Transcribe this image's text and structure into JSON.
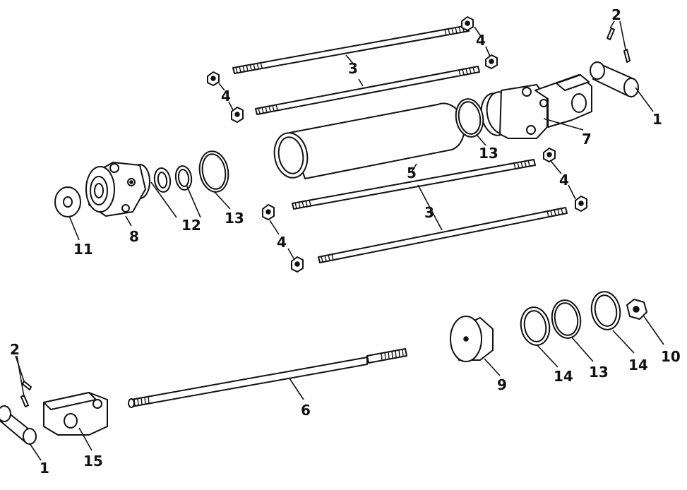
{
  "callouts": [
    {
      "id": "c1a",
      "text": "1"
    },
    {
      "id": "c1b",
      "text": "1"
    },
    {
      "id": "c2a",
      "text": "2"
    },
    {
      "id": "c2b",
      "text": "2"
    },
    {
      "id": "c3a",
      "text": "3"
    },
    {
      "id": "c3b",
      "text": "3"
    },
    {
      "id": "c4a",
      "text": "4"
    },
    {
      "id": "c4b",
      "text": "4"
    },
    {
      "id": "c4c",
      "text": "4"
    },
    {
      "id": "c4d",
      "text": "4"
    },
    {
      "id": "c5",
      "text": "5"
    },
    {
      "id": "c6",
      "text": "6"
    },
    {
      "id": "c7",
      "text": "7"
    },
    {
      "id": "c8",
      "text": "8"
    },
    {
      "id": "c9",
      "text": "9"
    },
    {
      "id": "c10",
      "text": "10"
    },
    {
      "id": "c11",
      "text": "11"
    },
    {
      "id": "c12",
      "text": "12"
    },
    {
      "id": "c13a",
      "text": "13"
    },
    {
      "id": "c13b",
      "text": "13"
    },
    {
      "id": "c13c",
      "text": "13"
    },
    {
      "id": "c14a",
      "text": "14"
    },
    {
      "id": "c14b",
      "text": "14"
    },
    {
      "id": "c15",
      "text": "15"
    }
  ]
}
